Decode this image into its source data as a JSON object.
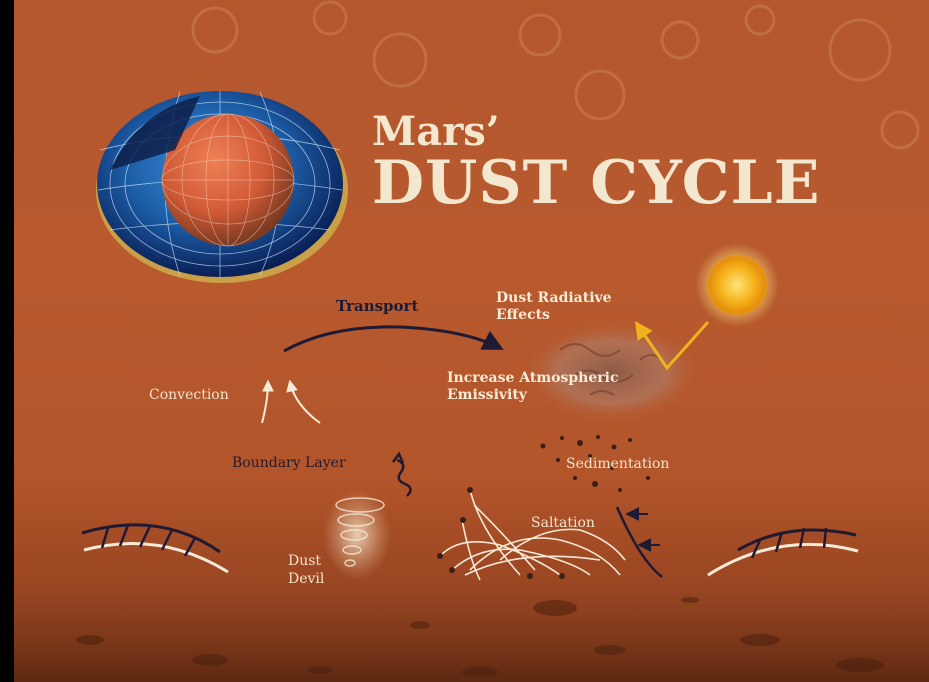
{
  "title": {
    "line1": "Mars’",
    "line2": "DUST CYCLE"
  },
  "labels": {
    "transport": "Transport",
    "dust_radiative_effects": [
      "Dust Radiative",
      "Effects"
    ],
    "increase_emissivity": [
      "Increase Atmospheric",
      "Emissivity"
    ],
    "convection": "Convection",
    "boundary_layer": "Boundary Layer",
    "sedimentation": "Sedimentation",
    "saltation": "Saltation",
    "dust_devil": [
      "Dust",
      "Devil"
    ]
  },
  "colors": {
    "background": "#b5572d",
    "title": "#f3e7cf",
    "dark_label": "#1f1a33",
    "light_label": "#f2e4cc",
    "sun": "#f5b21a",
    "sunlight_arrow": "#f0b21e"
  },
  "icons": [
    "mars-globe-icon",
    "sun-icon",
    "dust-cloud-icon",
    "dust-devil-icon"
  ]
}
